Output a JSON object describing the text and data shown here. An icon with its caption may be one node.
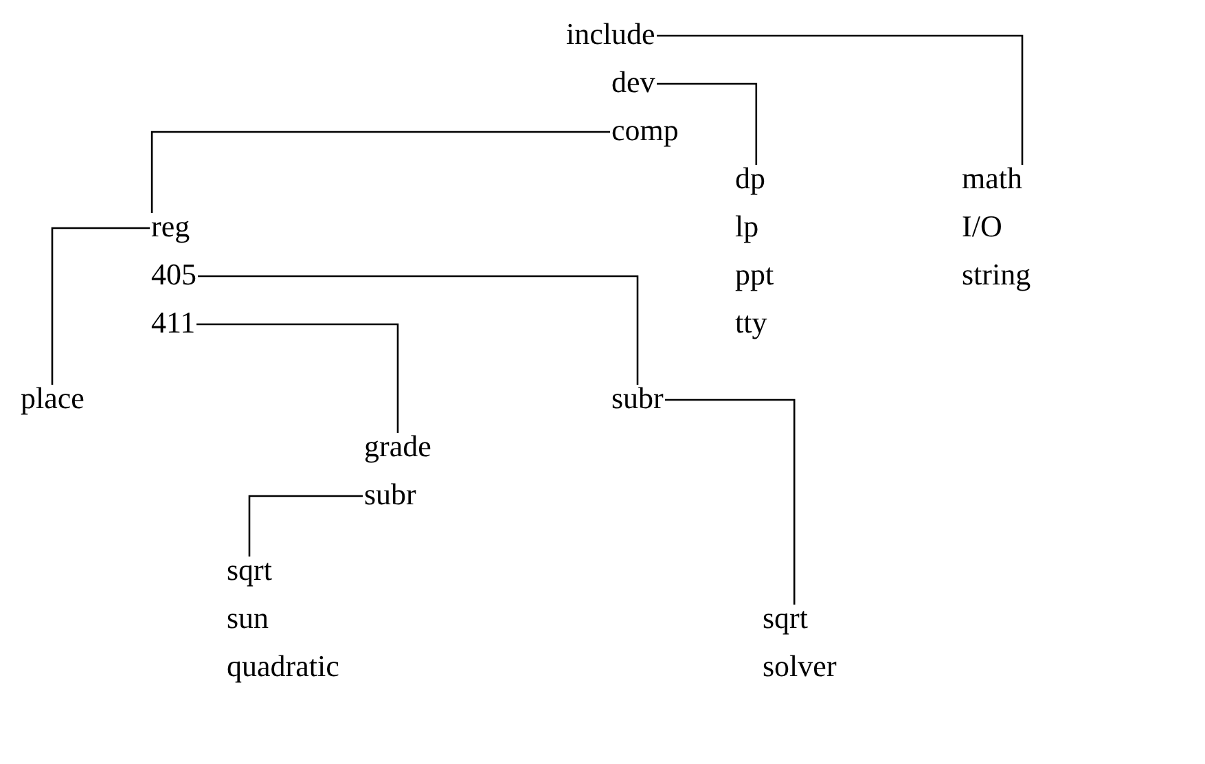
{
  "diagram": {
    "nodes": [
      {
        "text": [
          "include"
        ]
      },
      {
        "text": [
          "dev"
        ]
      },
      {
        "text": [
          "comp"
        ]
      },
      {
        "text": [
          "dp"
        ]
      },
      {
        "text": [
          "math"
        ]
      },
      {
        "text": [
          "reg"
        ]
      },
      {
        "text": [
          "lp"
        ]
      },
      {
        "text": [
          "I/O"
        ]
      },
      {
        "text": [
          "405"
        ]
      },
      {
        "text": [
          "ppt"
        ]
      },
      {
        "text": [
          "string"
        ]
      },
      {
        "text": [
          "411"
        ]
      },
      {
        "text": [
          "tty"
        ]
      },
      {
        "text": [
          "place"
        ]
      },
      {
        "text": [
          "subr"
        ]
      },
      {
        "text": [
          "grade"
        ]
      },
      {
        "text": [
          "subr"
        ]
      },
      {
        "text": [
          "sqrt"
        ]
      },
      {
        "text": [
          "sun"
        ]
      },
      {
        "text": [
          "sqrt"
        ]
      },
      {
        "text": [
          "quadratic"
        ]
      },
      {
        "text": [
          "solver"
        ]
      }
    ],
    "edges": [
      {
        "from": 0,
        "to": 4,
        "arrow": "none"
      },
      {
        "from": 1,
        "to": 3,
        "arrow": "none"
      },
      {
        "from": 2,
        "to": 5,
        "arrow": "none"
      },
      {
        "from": 5,
        "to": 13,
        "arrow": "none"
      },
      {
        "from": 8,
        "to": 14,
        "arrow": "none"
      },
      {
        "from": 11,
        "to": 15,
        "arrow": "none"
      },
      {
        "from": 16,
        "to": 17,
        "arrow": "none"
      },
      {
        "from": 14,
        "to": 19,
        "arrow": "none"
      }
    ]
  }
}
